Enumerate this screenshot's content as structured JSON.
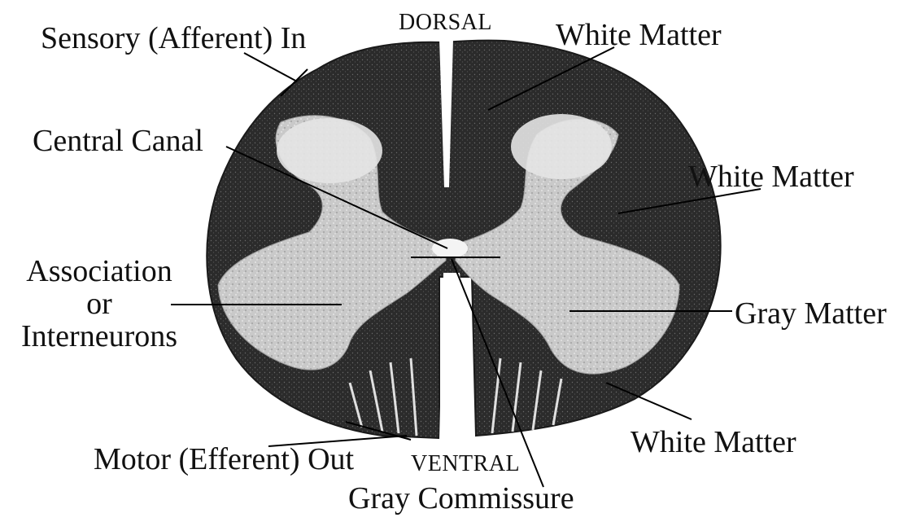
{
  "labels": {
    "dorsal": "DORSAL",
    "ventral": "VENTRAL",
    "sensory_in": "Sensory (Afferent) In",
    "white_matter_top": "White Matter",
    "central_canal": "Central Canal",
    "white_matter_right": "White Matter",
    "association_line1": "Association",
    "association_line2": "or",
    "association_line3": "Interneurons",
    "gray_matter": "Gray Matter",
    "white_matter_bottom": "White Matter",
    "motor_out": "Motor (Efferent) Out",
    "gray_commissure": "Gray Commissure"
  },
  "colors": {
    "white_matter": "#2a2a2a",
    "gray_matter": "#c8c8c8",
    "background": "#ffffff",
    "leader_line": "#000000"
  }
}
